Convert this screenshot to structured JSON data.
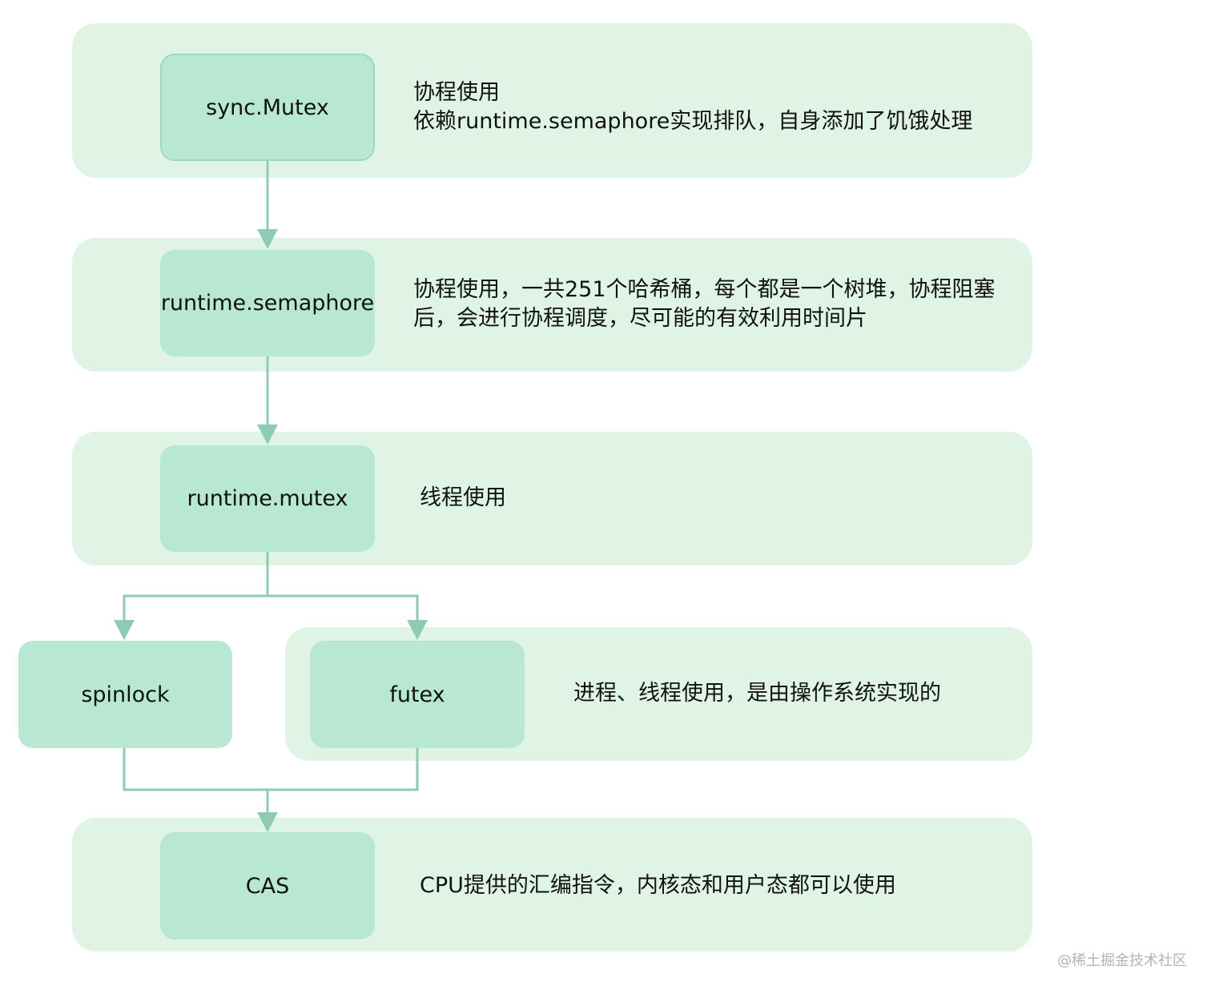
{
  "nodes": {
    "sync_mutex": "sync.Mutex",
    "runtime_semaphore": "runtime.semaphore",
    "runtime_mutex": "runtime.mutex",
    "spinlock": "spinlock",
    "futex": "futex",
    "cas": "CAS"
  },
  "descriptions": {
    "sync_mutex": [
      "协程使用",
      "依赖runtime.semaphore实现排队，自身添加了饥饿处理"
    ],
    "runtime_semaphore": [
      "协程使用，一共251个哈希桶，每个都是一个树堆，协程阻塞",
      "后，会进行协程调度，尽可能的有效利用时间片"
    ],
    "runtime_mutex": "线程使用",
    "futex": "进程、线程使用，是由操作系统实现的",
    "cas": "CPU提供的汇编指令，内核态和用户态都可以使用"
  },
  "watermark": "@稀土掘金技术社区",
  "colors": {
    "band": "#e0f4e6",
    "node": "#b8e8d4",
    "connector": "#8fcbb4"
  }
}
